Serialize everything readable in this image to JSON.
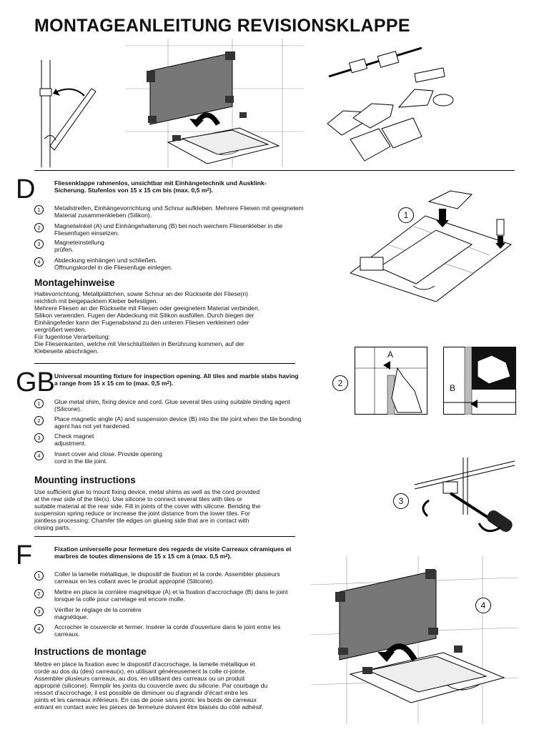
{
  "title": "MONTAGEANLEITUNG REVISIONSKLAPPE",
  "sections": {
    "de": {
      "letter": "D",
      "intro": "Fliesenklappe rahmenlos, unsichtbar mit Einhängetechnik und Ausklink-Sicherung. Stufenlos von 15 x 15 cm bis (max. 0,5 m",
      "intro_sup": "2",
      "intro_end": ").",
      "steps": [
        {
          "num": "1",
          "text": "Metallstreifen, Einhängevorrichtung und Schnur aufkleben. Mehrere Fliesen mit geeignetem Material zusammenkleben (Silikon)."
        },
        {
          "num": "2",
          "text": "Magnetwinkel (A) und Einhängehalterung (B) bei noch weichem Fliesenkleber in die Fliesenfugen einsetzen."
        },
        {
          "num": "3",
          "text": "Magneteinstellung\nprüfen."
        },
        {
          "num": "4",
          "text": "Abdeckung einhängen und schließen.\nÖffnungskordel in die Fliesenfuge einlegen."
        }
      ],
      "heading": "Montagehinweise",
      "body": "Haltevorrichtung, Metallplättchen, sowie Schnur an der Rückseite der Fliese(n)\nreichlich mit beigepacktem Kleber befestigen.\nMehrere Fliesen an der Rückseite mit Fliesen oder geeignetem Material verbinden.\nSilikon verwenden. Fugen der Abdeckung mit Silikon ausfüllen. Durch biegen der\nEinhängefeder kann der Fugenabstand zu den unteren Fliesen verkleinert oder\nvergrößert werden.\nFür fugenlose Verarbeitung:\nDie Fliesenkanten, welche mit Verschlußteilen in Berührung kommen, auf der\nKlebeseite abschrägen."
    },
    "gb": {
      "letter": "GB",
      "intro": "Universal mounting fixture for inspection opening. All tiles and marble slabs having a range from 15 x 15 cm to (max. 0,5 m",
      "intro_sup": "2",
      "intro_end": ").",
      "steps": [
        {
          "num": "1",
          "text": "Glue metal shim, fixing device and cord. Glue several tiles using suitable binding agent (Silicone)."
        },
        {
          "num": "2",
          "text": "Place magnetic angle (A) and suspension device (B) into the tile joint when the tile bonding agent has not yet hardened."
        },
        {
          "num": "3",
          "text": "Check magnet\nadjustment."
        },
        {
          "num": "4",
          "text": "Insert cover and close. Provide opening\ncord in the tile joint."
        }
      ],
      "heading": "Mounting instructions",
      "body": "Use sufficient glue to mount fixing device, metal shims as well as the cord provided\nat the rear side of the tile(s). Use silicone to connect several tiles with tiles or\nsuitable material at the rear side. Fill in joints of the cover with silicone. Bending the\nsuspension spring reduce or increase the joint distance from the lower tiles. For\njointless processing: Chamfer tile edges on glueing side that are in contact with\nclosing parts."
    },
    "fr": {
      "letter": "F",
      "intro": "Fixation universelle pour fermeture des regards de visite Carreaux céramiques et marbres de toutes dimensions de 15 x 15 cm à (max. 0,5 m",
      "intro_sup": "2",
      "intro_end": ").",
      "steps": [
        {
          "num": "1",
          "text": "Coller la lamelle métallique, le dispositif de fixation et la corde. Assembler plusieurs carreaux en les collant avec le produit approprié (Silicone)."
        },
        {
          "num": "2",
          "text": "Mettre en place la cornière magnétique (A) et la fixation d'accrochage (B) dans le joint lorsque la colle pour carrelage est encore molle."
        },
        {
          "num": "3",
          "text": "Vérifier le réglage de la cornière\nmagnétique."
        },
        {
          "num": "4",
          "text": "Accrocher le couvercle et fermer. Insérer la corde d'ouverture dans le joint entre les carreaux."
        }
      ],
      "heading": "Instructions de montage",
      "body": "Mettre en place la fixation avec le dispositif d'accrochage, la lamelle métallique et\ncorde au dos du (des) carreau(x), en utilisant généreusement la colle ci-jointe.\nAssembler plusieurs carreaux, au dos, en utilisant des carreaux ou un produit\napproprié (silicone). Remplir les joints du couvercle avec du silicone. Par courbage du\nressort d'accrochage, il est possible de diminuer ou d'agrandir d'écart entre les\njoints et les carreaux inférieurs. En cas de pose sans joints: les bords de carreaux\nentrant en contact avec les pieces de fermeture doivent être biaisés du côté adhésif."
    }
  },
  "figures": {
    "fig1_num": "1",
    "fig2_num": "2",
    "fig2_label_a": "A",
    "fig2_label_b": "B",
    "fig3_num": "3",
    "fig4_num": "4"
  }
}
